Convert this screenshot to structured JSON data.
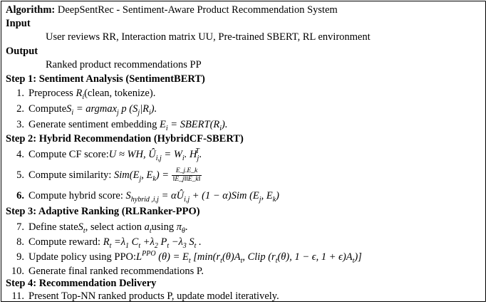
{
  "algorithm": {
    "label": "Algorithm:",
    "name": "DeepSentRec - Sentiment-Aware Product Recommendation System"
  },
  "input": {
    "header": "Input",
    "text": "User reviews RR, Interaction matrix UU, Pre-trained SBERT, RL environment"
  },
  "output": {
    "header": "Output",
    "text": "Ranked product recommendations PP"
  },
  "step1": {
    "header": "Step 1: Sentiment Analysis (SentimentBERT)",
    "s1_num": "1.",
    "s1_text": "Preprocess ",
    "s1_var": "R",
    "s1_sub": "i",
    "s1_tail": "(clean, tokenize).",
    "s2_num": "2.",
    "s2_text": "Compute",
    "s2_math": "S",
    "s2_sub": "i",
    "s2_rest": " = argmax",
    "s2_sub2": "j",
    "s2_rest2": " p (S",
    "s2_sub3": "j",
    "s2_rest3": "|R",
    "s2_sub4": "i",
    "s2_rest4": ").",
    "s3_num": "3.",
    "s3_text": "Generate sentiment embedding ",
    "s3_math": "E",
    "s3_sub": "i",
    "s3_rest": " = SBERT(R",
    "s3_sub2": "i",
    "s3_rest2": ")."
  },
  "step2": {
    "header": "Step 2: Hybrid Recommendation (HybridCF-SBERT)",
    "s4_num": "4.",
    "s4_text": "Compute CF score:",
    "s4_math": "U ≈ WH, Û",
    "s4_sub": "i,j",
    "s4_rest": " = W",
    "s4_sub2": "i",
    "s4_rest2": ". H",
    "s4_sub3": "j",
    "s4_sup3": "T",
    "s4_rest3": ".",
    "s5_num": "5.",
    "s5_text": "Compute similarity: ",
    "s5_math": "Sim(E",
    "s5_sub": "j",
    "s5_rest": ", E",
    "s5_sub2": "k",
    "s5_rest2": ") = ",
    "s5_frac_num": "E_j.E_k",
    "s5_frac_den": "‖E_j‖‖E_k‖",
    "s6_num": "6.",
    "s6_text": "Compute hybrid score: ",
    "s6_math": "S",
    "s6_sub": "hybrid ,i,j",
    "s6_rest": " = αÛ",
    "s6_sub2": "i,j",
    "s6_rest2": " + (1 − α)Sim (E",
    "s6_sub3": "j",
    "s6_rest3": ", E",
    "s6_sub4": "k",
    "s6_rest4": ")"
  },
  "step3": {
    "header": "Step 3: Adaptive Ranking (RLRanker-PPO)",
    "s7_num": "7.",
    "s7_text": "Define state",
    "s7_m1": "S",
    "s7_sub1": "t",
    "s7_t2": ", select action ",
    "s7_m2": "a",
    "s7_sub2": "t",
    "s7_t3": "using ",
    "s7_m3": "π",
    "s7_sub3": "θ",
    "s7_t4": ".",
    "s8_num": "8.",
    "s8_text": "Compute reward: ",
    "s8_math": "R",
    "s8_sub": "t",
    "s8_rest": " =λ",
    "s8_sub1": "1",
    "s8_r1": " C",
    "s8_sub_c": "t",
    "s8_r2": " +λ",
    "s8_sub2": "2",
    "s8_r3": " P",
    "s8_sub_p": "t",
    "s8_r4": " −λ",
    "s8_sub3": "3",
    "s8_r5": " S",
    "s8_sub_s": "t",
    "s8_r6": " .",
    "s9_num": "9.",
    "s9_text": "Update policy using PPO:",
    "s9_math": "L",
    "s9_sup": "PPO",
    "s9_rest": " (θ) = E",
    "s9_sub": "t",
    "s9_rest2": " [min(r",
    "s9_sub2": "t",
    "s9_rest3": "(θ)A",
    "s9_sub3": "t",
    "s9_rest4": ", Clip (r",
    "s9_sub4": "t",
    "s9_rest5": "(θ), 1 − ϵ, 1 + ϵ)A",
    "s9_sub5": "t",
    "s9_rest6": ")]",
    "s10_num": "10.",
    "s10_text": "Generate final ranked recommendations P."
  },
  "step4": {
    "header": "Step 4: Recommendation Delivery",
    "s11_num": "11.",
    "s11_text": "Present Top-NN ranked products P, update model iteratively."
  }
}
